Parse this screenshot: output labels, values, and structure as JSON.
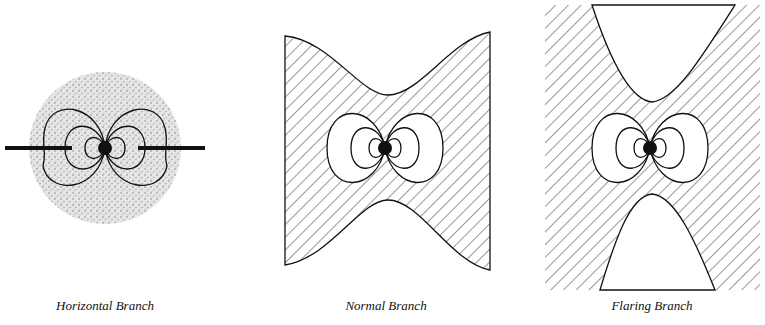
{
  "diagram": {
    "labels": [
      "Horizontal Branch",
      "Normal Branch",
      "Flaring Branch"
    ]
  }
}
